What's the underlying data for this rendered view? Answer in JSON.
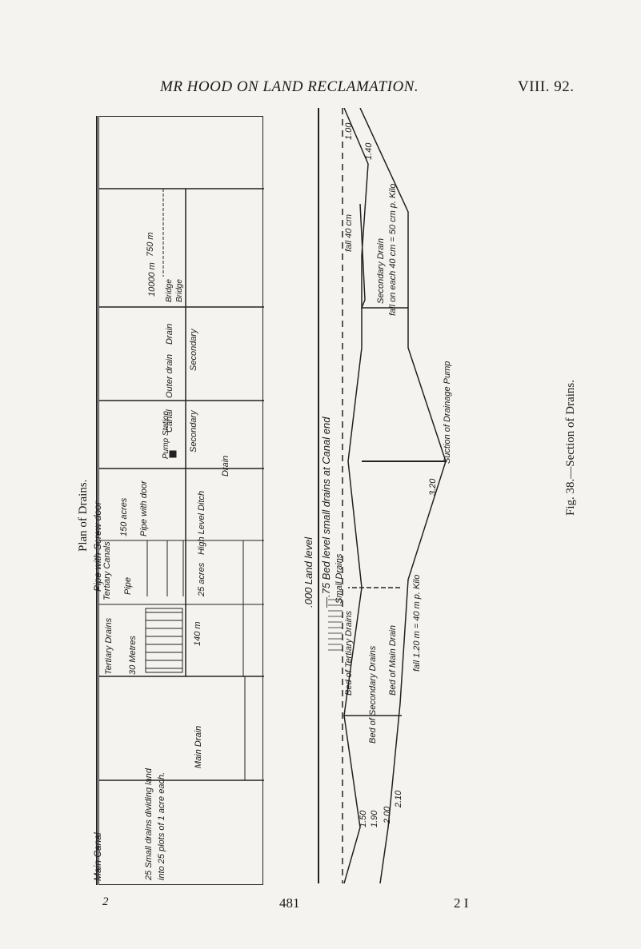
{
  "header": {
    "title": "MR HOOD ON LAND RECLAMATION.",
    "plate_ref": "VIII. 92."
  },
  "side_labels": {
    "plan_title": "Plan of Drains.",
    "main_canal": "Main Canal",
    "pipe_screw_door": "Pipe with Screw door",
    "figure_caption": "Fig. 38.—Section of Drains."
  },
  "plan": {
    "dim_750": "750 m",
    "dim_10000": "10000 m",
    "bridge_1": "Bridge",
    "bridge_2": "Bridge",
    "drain_left": "Drain",
    "secondary_1": "Secondary",
    "outer_drain": "Outer drain",
    "canal": "Canal",
    "secondary_2": "Secondary",
    "pump_station": "Pump Station",
    "drain_right": "Drain",
    "high_level_ditch": "High Level Ditch",
    "acres_150": "150 acres",
    "pipe_with_door": "Pipe with door",
    "tertiary_canals": "Tertiary Canals",
    "pipe": "Pipe",
    "acres_25": "25 acres",
    "tertiary_drains": "Tertiary Drains",
    "metres_30": "30 Metres",
    "dim_140": "140 m",
    "small_drains": "25 Small drains dividing land",
    "small_drains_2": "into 25 plots of 1 acre each.",
    "main_drain": "Main Drain"
  },
  "section": {
    "land_level": ".000  Land level",
    "bed_level": "—.75   Bed level small drains at Canal end",
    "small_drains": "Small Drains",
    "bed_tertiary": "Bed of Tertiary Drains",
    "bed_secondary": "Bed of Secondary Drains",
    "bed_main": "Bed of Main Drain",
    "fall_main": "fall 1.20 m = 40 m p. Kilo",
    "suction": "Suction of Drainage Pump",
    "val_320": "3.20",
    "secondary_drain": "Secondary Drain",
    "fall_each": "fall on each 40 cm = 50 cm p. Kilo",
    "fall_40": "fall 40 cm",
    "val_100": "1.00",
    "val_140": "1.40",
    "val_150": "1.50",
    "val_190": "1.90",
    "val_200": "2.00",
    "val_210": "2.10"
  },
  "footer": {
    "plate_mark": "2",
    "page_number": "481",
    "sheet": "2 I"
  }
}
